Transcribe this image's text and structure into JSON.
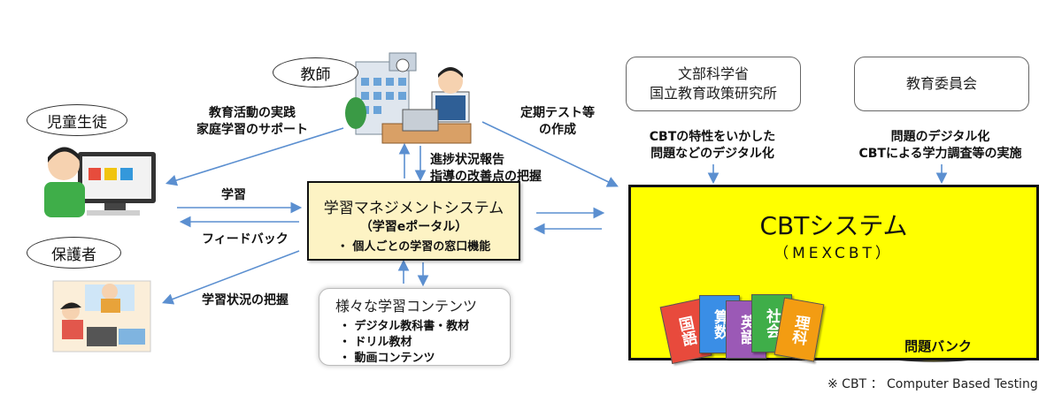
{
  "teacher": {
    "label": "教師"
  },
  "student": {
    "label": "児童生徒"
  },
  "guardian": {
    "label": "保護者"
  },
  "mext_box": {
    "line1": "文部科学省",
    "line2": "国立教育政策研究所"
  },
  "board_box": {
    "label": "教育委員会"
  },
  "flow_labels": {
    "teacher_to_student_1": "教育活動の実践",
    "teacher_to_student_2": "家庭学習のサポート",
    "progress_1": "進捗状況報告",
    "progress_2": "指導の改善点の把握",
    "periodic_test_1": "定期テスト等",
    "periodic_test_2": "の作成",
    "learning": "学習",
    "feedback": "フィードバック",
    "status": "学習状況の把握",
    "mext_1": "CBTの特性をいかした",
    "mext_2": "問題などのデジタル化",
    "board_1": "問題のデジタル化",
    "board_2": "CBTによる学力調査等の実施"
  },
  "lms": {
    "title": "学習マネジメントシステム",
    "subtitle": "（学習eポータル）",
    "feature": "・ 個人ごとの学習の窓口機能"
  },
  "contents": {
    "title": "様々な学習コンテンツ",
    "items": [
      "・ デジタル教科書・教材",
      "・ ドリル教材",
      "・ 動画コンテンツ"
    ]
  },
  "cbt": {
    "title": "CBTシステム",
    "subtitle": "（MEXCBT）",
    "books": [
      {
        "text": "国語",
        "color": "#e84a3c"
      },
      {
        "text": "算数",
        "color": "#3a8ee6"
      },
      {
        "text": "英語",
        "color": "#9b59b6"
      },
      {
        "text": "社会",
        "color": "#3fae49"
      },
      {
        "text": "理科",
        "color": "#f39c12"
      }
    ],
    "bank_label": "問題バンク"
  },
  "footnote": "※ CBT ： Computer Based Testing",
  "colors": {
    "arrow": "#5b8fd0",
    "cbt_bg": "#ffff00",
    "lms_bg": "#fdf3c4"
  }
}
